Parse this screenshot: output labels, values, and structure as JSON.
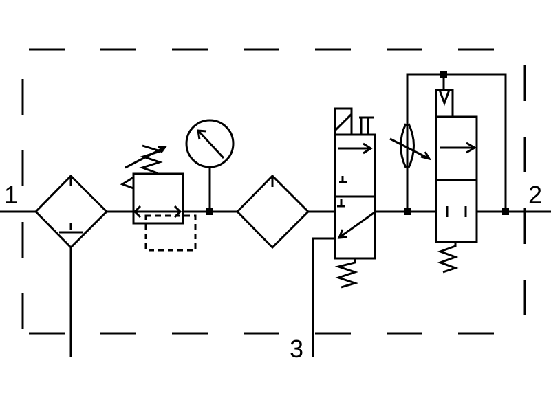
{
  "ports": {
    "inlet": "1",
    "outlet": "2",
    "exhaust": "3"
  },
  "colors": {
    "line": "#000000",
    "background": "#ffffff"
  },
  "components": [
    "filter-water-separator",
    "pressure-regulator",
    "pressure-gauge",
    "lubricator",
    "solenoid-3-2-valve",
    "adjustable-throttle",
    "pilot-soft-start-valve"
  ]
}
